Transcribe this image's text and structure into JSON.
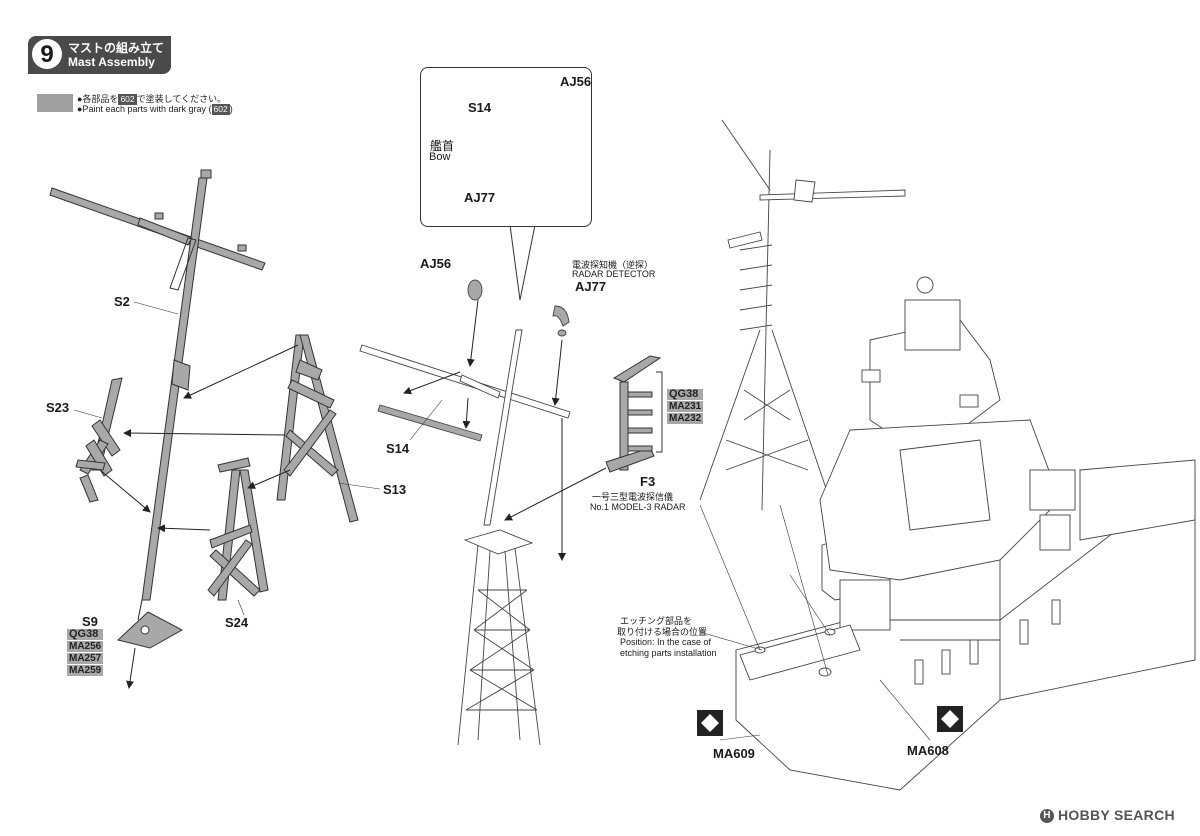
{
  "step": {
    "number": "9",
    "title_jp": "マストの組み立て",
    "title_en": "Mast Assembly"
  },
  "paint_note": {
    "line1_prefix": "●各部品を",
    "line1_code": "602",
    "line1_suffix": "で塗装してください。",
    "line2_prefix": "●Paint each parts with dark gray (",
    "line2_code": "602",
    "line2_suffix": ")",
    "swatch_color": "#a0a0a0"
  },
  "parts": {
    "s2": "S2",
    "s23": "S23",
    "s13": "S13",
    "s24": "S24",
    "s9": "S9",
    "s14_main": "S14",
    "aj56_main": "AJ56",
    "aj77_main": "AJ77",
    "f3": "F3"
  },
  "s9_codes": [
    "QG38",
    "MA256",
    "MA257",
    "MA259"
  ],
  "f3_codes": [
    "QG38",
    "MA231",
    "MA232"
  ],
  "callout": {
    "aj56": "AJ56",
    "s14": "S14",
    "aj77": "AJ77",
    "bow_jp": "艦首",
    "bow_en": "Bow"
  },
  "radar_detector": {
    "jp": "電波探知機（逆探）",
    "en": "RADAR DETECTOR"
  },
  "radar_model": {
    "jp": "一号三型電波探信儀",
    "en": "No.1 MODEL-3 RADAR"
  },
  "etching": {
    "jp1": "エッチング部品を",
    "jp2": "取り付ける場合の位置",
    "en1": "Position: In the case of",
    "en2": "etching parts installation"
  },
  "etch_parts": {
    "ma609": "MA609",
    "ma608": "MA608"
  },
  "watermark": {
    "text": "HOBBY SEARCH",
    "logo_letter": "H"
  },
  "colors": {
    "part_gray": "#a8a8a8",
    "line": "#333333",
    "header_bg": "#4a4a4a"
  }
}
